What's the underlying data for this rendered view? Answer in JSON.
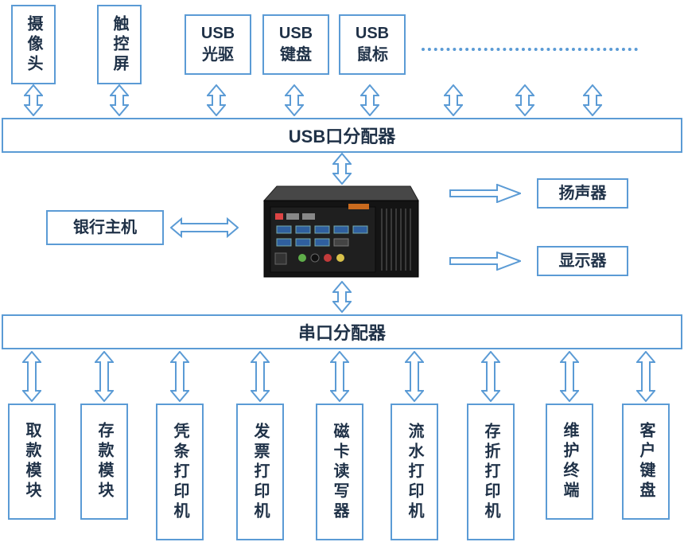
{
  "colors": {
    "accent": "#5b9bd5",
    "text": "#1f3147"
  },
  "top_devices": [
    {
      "label": "摄像头"
    },
    {
      "label": "触控屏"
    },
    {
      "label": "USB\n光驱"
    },
    {
      "label": "USB\n键盘"
    },
    {
      "label": "USB\n鼠标"
    }
  ],
  "usb_hub": {
    "label": "USB口分配器"
  },
  "host": {
    "label": "银行主机"
  },
  "outputs": [
    {
      "label": "扬声器"
    },
    {
      "label": "显示器"
    }
  ],
  "serial_hub": {
    "label": "串口分配器"
  },
  "serial_devices": [
    {
      "label": "取款模块"
    },
    {
      "label": "存款模块"
    },
    {
      "label": "凭条打印机"
    },
    {
      "label": "发票打印机"
    },
    {
      "label": "磁卡读写器"
    },
    {
      "label": "流水打印机"
    },
    {
      "label": "存折打印机"
    },
    {
      "label": "维护终端"
    },
    {
      "label": "客户键盘"
    }
  ]
}
